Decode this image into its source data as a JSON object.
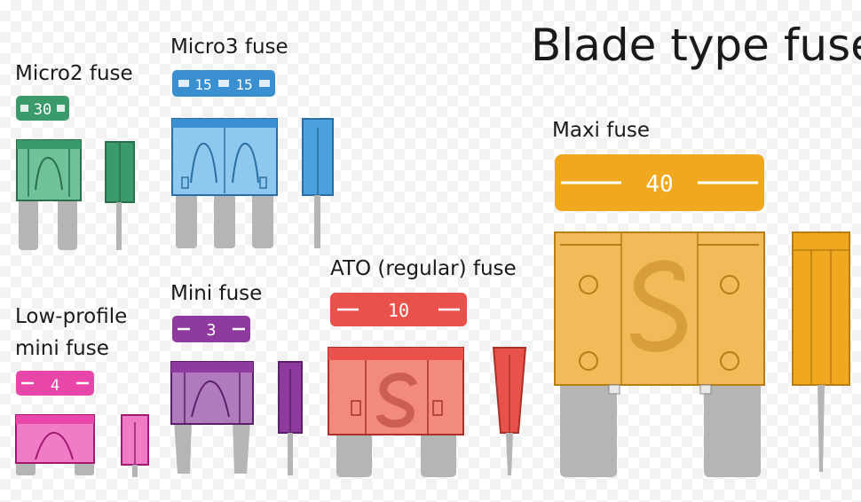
{
  "title": "Blade type fuses",
  "fuses": {
    "micro2": {
      "label": "Micro2 fuse",
      "rating": "30",
      "color": "#3a9a6a"
    },
    "micro3": {
      "label": "Micro3 fuse",
      "rating_a": "15",
      "rating_b": "15",
      "color": "#3a8fd0"
    },
    "lowprofile": {
      "label_line1": "Low-profile",
      "label_line2": "mini fuse",
      "rating": "4",
      "color": "#e846a8"
    },
    "mini": {
      "label": "Mini fuse",
      "rating": "3",
      "color": "#8e3a9e"
    },
    "ato": {
      "label": "ATO (regular) fuse",
      "rating": "10",
      "color": "#e8524a"
    },
    "maxi": {
      "label": "Maxi fuse",
      "rating": "40",
      "color": "#f0a81e"
    }
  }
}
